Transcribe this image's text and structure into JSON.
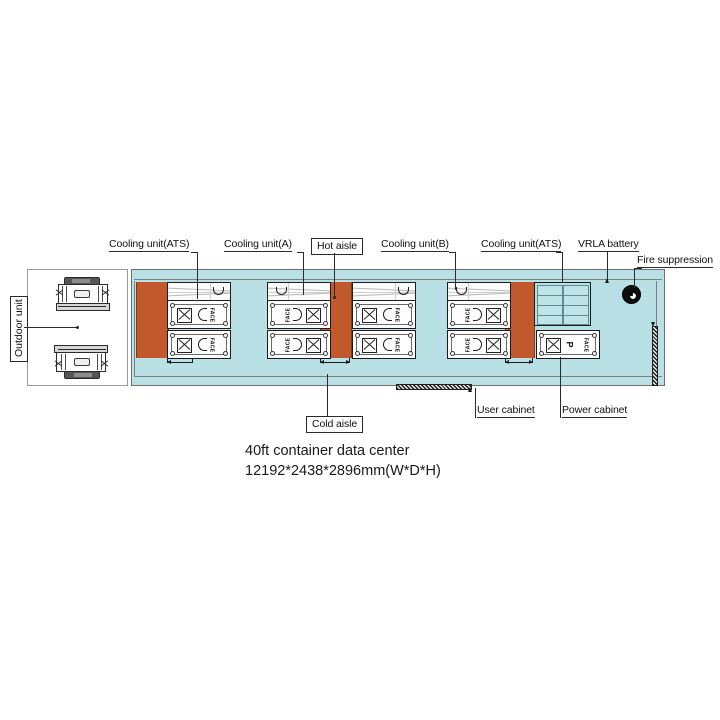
{
  "diagram": {
    "caption_line1": "40ft container data center",
    "caption_line2": "12192*2438*2896mm(W*D*H)"
  },
  "labels": {
    "outdoor_unit": "Outdoor unit",
    "cooling_unit_ats_left": "Cooling unit(ATS)",
    "cooling_unit_a": "Cooling unit(A)",
    "hot_aisle": "Hot aisle",
    "cooling_unit_b": "Cooling unit(B)",
    "cooling_unit_ats_right": "Cooling unit(ATS)",
    "vrla_battery": "VRLA battery",
    "fire_suppression": "Fire suppression",
    "cold_aisle": "Cold aisle",
    "user_cabinet": "User cabinet",
    "power_cabinet": "Power cabinet"
  },
  "cabinet_face_text": "FACE",
  "power_cabinet_mark": "P",
  "colors": {
    "hot_aisle_orange": "#c2592c",
    "cold_aisle_teal": "#b9e1e5",
    "outline": "#1b1b1b",
    "container_border": "#6f6f6f",
    "fire_suppression": "#0d0d0d"
  },
  "vrla": {
    "rows": 4,
    "cols": 2,
    "cell_count": 8
  },
  "cabinet_groups": [
    {
      "name": "group-1",
      "cabinets": 2,
      "face_direction": "right"
    },
    {
      "name": "group-2",
      "cabinets": 2,
      "face_direction": "left"
    },
    {
      "name": "group-3",
      "cabinets": 2,
      "face_direction": "right"
    },
    {
      "name": "group-4",
      "cabinets": 2,
      "face_direction": "left"
    },
    {
      "name": "power-cabinet-group",
      "cabinets": 1,
      "face_direction": "left"
    }
  ],
  "cooling_units": [
    {
      "name": "cooling-unit-ats-left"
    },
    {
      "name": "cooling-unit-a"
    },
    {
      "name": "cooling-unit-b"
    },
    {
      "name": "cooling-unit-ats-right"
    }
  ]
}
